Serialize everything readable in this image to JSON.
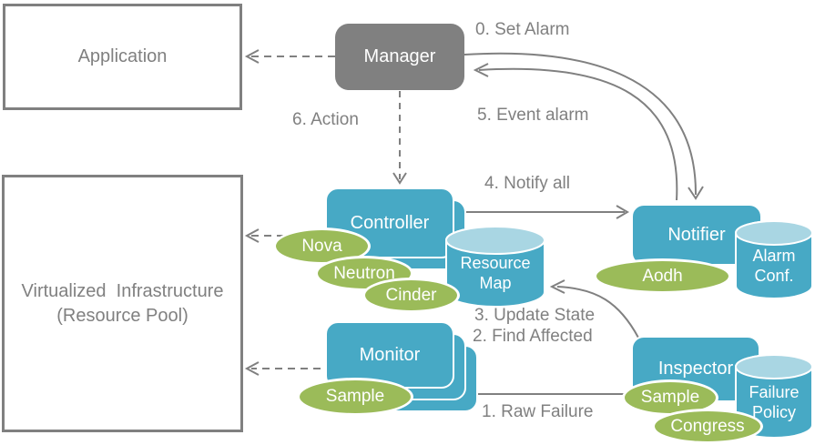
{
  "title": "Fault management architecture diagram",
  "colors": {
    "node_blue": "#47A9C5",
    "cylinder_top_blue": "#A9D6E3",
    "ellipse_green": "#9BBB59",
    "grey": "#808080",
    "label_white": "#FFFFFF",
    "background": "#FFFFFF"
  },
  "boxes": {
    "application": {
      "label": "Application"
    },
    "virtualized_infrastructure": {
      "line1": "Virtualized  Infrastructure",
      "line2": "(Resource Pool)"
    }
  },
  "nodes": {
    "manager": {
      "label": "Manager"
    },
    "controller": {
      "label": "Controller",
      "stack_count": 2
    },
    "monitor": {
      "label": "Monitor",
      "stack_count": 3
    },
    "notifier": {
      "label": "Notifier"
    },
    "inspector": {
      "label": "Inspector"
    }
  },
  "cylinders": {
    "resource_map": {
      "line1": "Resource",
      "line2": "Map"
    },
    "alarm_conf": {
      "line1": "Alarm",
      "line2": "Conf."
    },
    "failure_policy": {
      "line1": "Failure",
      "line2": "Policy"
    }
  },
  "ellipses": {
    "nova": {
      "label": "Nova"
    },
    "neutron": {
      "label": "Neutron"
    },
    "cinder": {
      "label": "Cinder"
    },
    "sample_monitor": {
      "label": "Sample"
    },
    "aodh": {
      "label": "Aodh"
    },
    "sample_inspector": {
      "label": "Sample"
    },
    "congress": {
      "label": "Congress"
    }
  },
  "annotations": {
    "set_alarm": "0. Set Alarm",
    "event_alarm": "5. Event alarm",
    "action": "6. Action",
    "notify_all": "4. Notify all",
    "update_state": "3. Update State",
    "find_affected": "2. Find Affected",
    "raw_failure": "1. Raw Failure"
  }
}
